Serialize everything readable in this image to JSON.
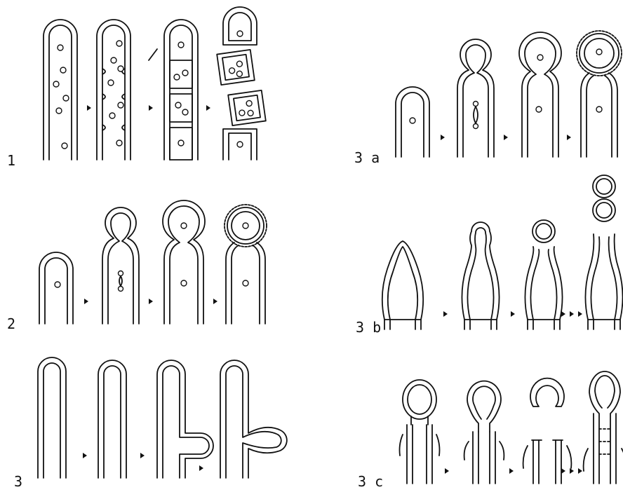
{
  "panels": [
    {
      "id": "p1",
      "label": "1"
    },
    {
      "id": "p2",
      "label": "2"
    },
    {
      "id": "p3",
      "label": "3"
    },
    {
      "id": "p3a",
      "label": "3 a"
    },
    {
      "id": "p3b",
      "label": "3 b"
    },
    {
      "id": "p3c",
      "label": "3 c"
    }
  ]
}
